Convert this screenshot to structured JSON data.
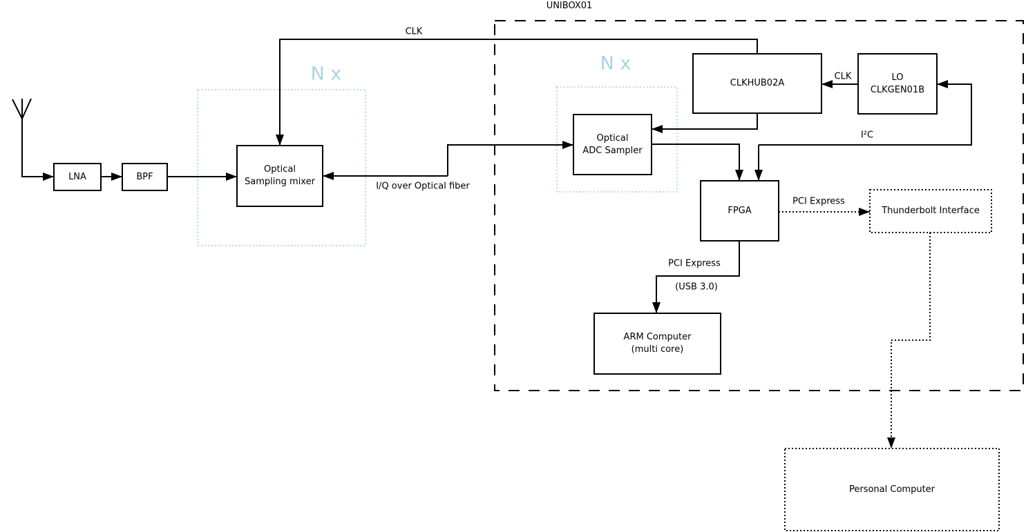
{
  "diagram": {
    "colors": {
      "line": "#000000",
      "replication_accent": "#a9d4e6",
      "background": "#ffffff"
    },
    "groups": {
      "unibox": {
        "label": "UNIBOX01"
      },
      "nx_left": {
        "label": "N x"
      },
      "nx_right": {
        "label": "N x"
      }
    },
    "nodes": {
      "lna": {
        "label": "LNA"
      },
      "bpf": {
        "label": "BPF"
      },
      "mixer": {
        "line1": "Optical",
        "line2": "Sampling mixer"
      },
      "adc": {
        "line1": "Optical",
        "line2": "ADC Sampler"
      },
      "clkhub": {
        "label": "CLKHUB02A"
      },
      "lo": {
        "line1": "LO",
        "line2": "CLKGEN01B"
      },
      "fpga": {
        "label": "FPGA"
      },
      "arm": {
        "line1": "ARM Computer",
        "line2": "(multi core)"
      },
      "thunderbolt": {
        "label": "Thunderbolt Interface"
      },
      "pc": {
        "label": "Personal Computer"
      }
    },
    "edges": {
      "clk_to_mixer": {
        "label": "CLK"
      },
      "lo_to_clkhub": {
        "label": "CLK"
      },
      "i2c": {
        "label": "I²C"
      },
      "iq_fiber": {
        "label": "I/Q over Optical fiber"
      },
      "fpga_to_thunderbolt": {
        "label": "PCI Express"
      },
      "fpga_to_arm": {
        "label": "PCI Express",
        "sublabel": "(USB 3.0)"
      }
    }
  }
}
